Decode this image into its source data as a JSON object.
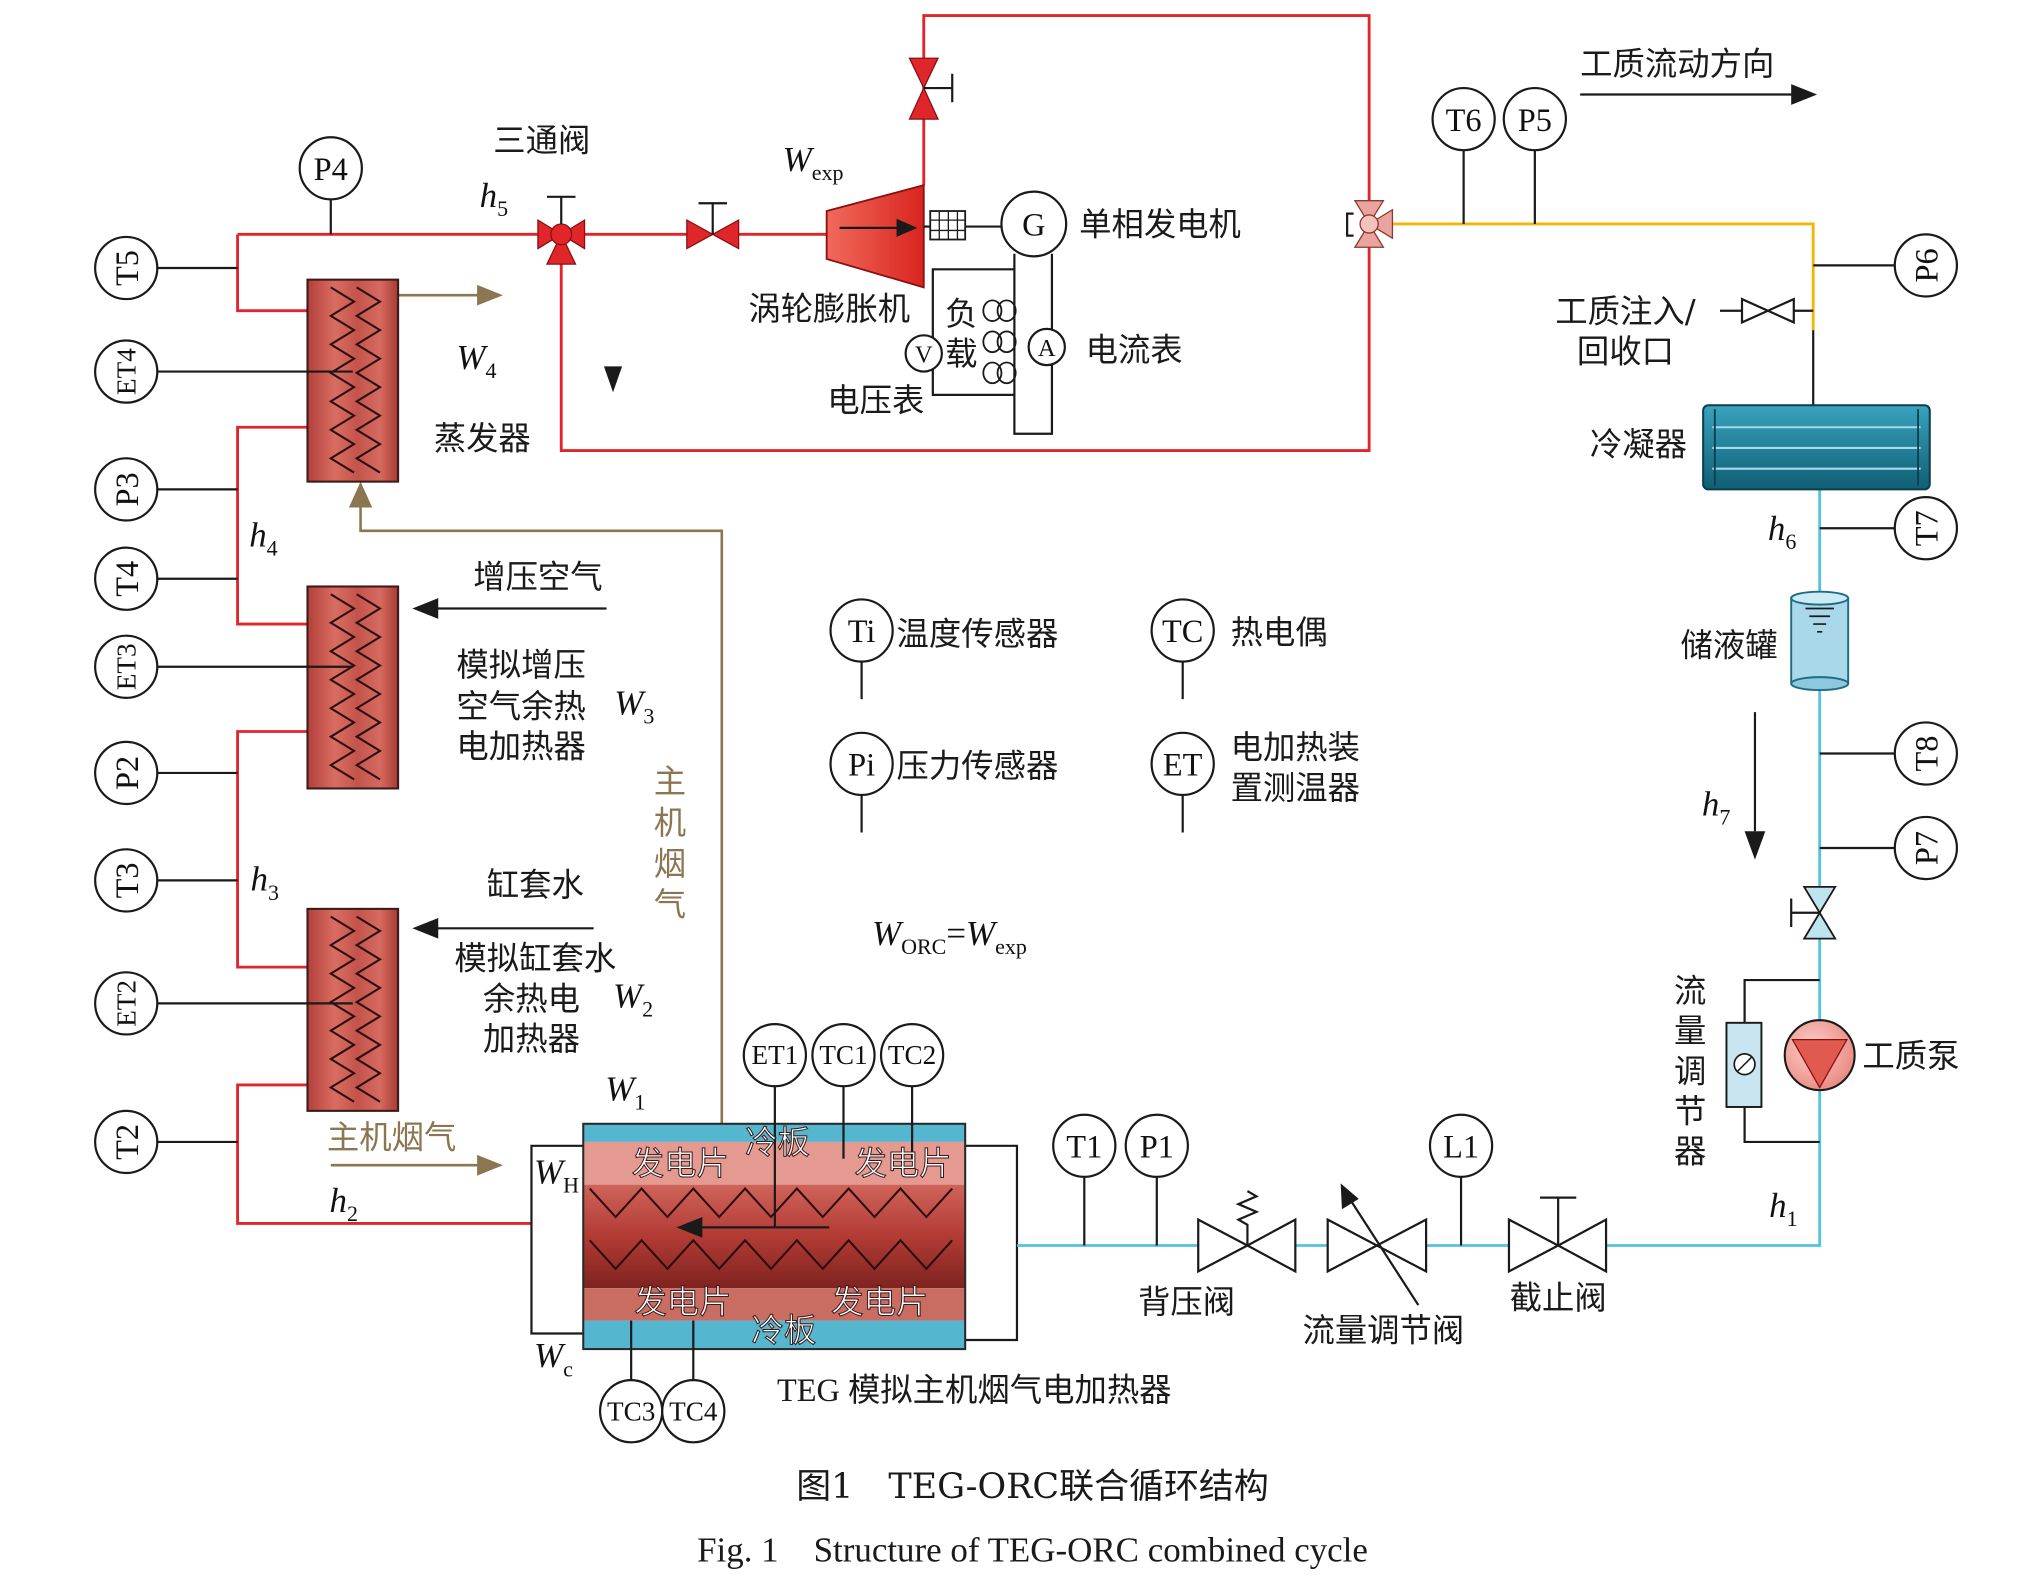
{
  "colors": {
    "hot_line": "#e0262b",
    "cold_line": "#55c3dc",
    "vapor_line": "#f2b705",
    "exhaust": "#8b7651"
  },
  "flow_direction": "工质流动方向",
  "components": {
    "three_way_valve": "三通阀",
    "generator": "单相发电机",
    "generator_symbol": "G",
    "turbine": "涡轮膨胀机",
    "load": [
      "负",
      "载"
    ],
    "voltmeter_symbol": "V",
    "ammeter_symbol": "A",
    "ammeter": "电流表",
    "voltmeter": "电压表",
    "evaporator": "蒸发器",
    "injection_port": [
      "工质注入/",
      "回收口"
    ],
    "condenser": "冷凝器",
    "tank": "储液罐",
    "pump": "工质泵",
    "flow_regulator": [
      "流",
      "量",
      "调",
      "节",
      "器"
    ],
    "back_pressure_valve": "背压阀",
    "flow_control_valve": "流量调节阀",
    "stop_valve": "截止阀",
    "boost_air": "增压空气",
    "boost_heater": [
      "模拟增压",
      "空气余热",
      "电加热器"
    ],
    "jacket_water": "缸套水",
    "jacket_heater": [
      "模拟缸套水",
      "余热电",
      "加热器"
    ],
    "exhaust_vertical": [
      "主",
      "机",
      "烟",
      "气"
    ],
    "exhaust_inlet": "主机烟气",
    "teg": {
      "label": "TEG 模拟主机烟气电加热器",
      "cold_plate_top": "冷板",
      "cold_plate_bottom": "冷板",
      "gen_chips": [
        "发电片",
        "发电片",
        "发电片",
        "发电片"
      ]
    }
  },
  "sensors": {
    "P4": "P4",
    "T5": "T5",
    "ET4": "ET4",
    "P3": "P3",
    "T4": "T4",
    "ET3": "ET3",
    "P2": "P2",
    "T3": "T3",
    "ET2": "ET2",
    "T2": "T2",
    "T6": "T6",
    "P5": "P5",
    "P6": "P6",
    "T7": "T7",
    "T8": "T8",
    "P7": "P7",
    "T1": "T1",
    "P1": "P1",
    "L1": "L1",
    "ET1": "ET1",
    "TC1": "TC1",
    "TC2": "TC2",
    "TC3": "TC3",
    "TC4": "TC4"
  },
  "enthalpy": {
    "h1": [
      "h",
      "1"
    ],
    "h2": [
      "h",
      "2"
    ],
    "h3": [
      "h",
      "3"
    ],
    "h4": [
      "h",
      "4"
    ],
    "h5": [
      "h",
      "5"
    ],
    "h6": [
      "h",
      "6"
    ],
    "h7": [
      "h",
      "7"
    ]
  },
  "power": {
    "W1": [
      "W",
      "1"
    ],
    "W2": [
      "W",
      "2"
    ],
    "W3": [
      "W",
      "3"
    ],
    "W4": [
      "W",
      "4"
    ],
    "WH": [
      "W",
      "H"
    ],
    "Wc": [
      "W",
      "c"
    ],
    "Wexp": [
      "W",
      "exp"
    ]
  },
  "equation": [
    "W",
    "ORC",
    "=",
    "W",
    "exp"
  ],
  "legend": [
    {
      "symbol": "Ti",
      "text": "温度传感器"
    },
    {
      "symbol": "TC",
      "text": "热电偶"
    },
    {
      "symbol": "Pi",
      "text": "压力传感器"
    },
    {
      "symbol": "ET",
      "text": [
        "电加热装",
        "置测温器"
      ]
    }
  ],
  "figure": {
    "caption_cn": "图1　TEG-ORC联合循环结构",
    "caption_en": "Fig. 1　Structure of TEG-ORC combined cycle"
  }
}
